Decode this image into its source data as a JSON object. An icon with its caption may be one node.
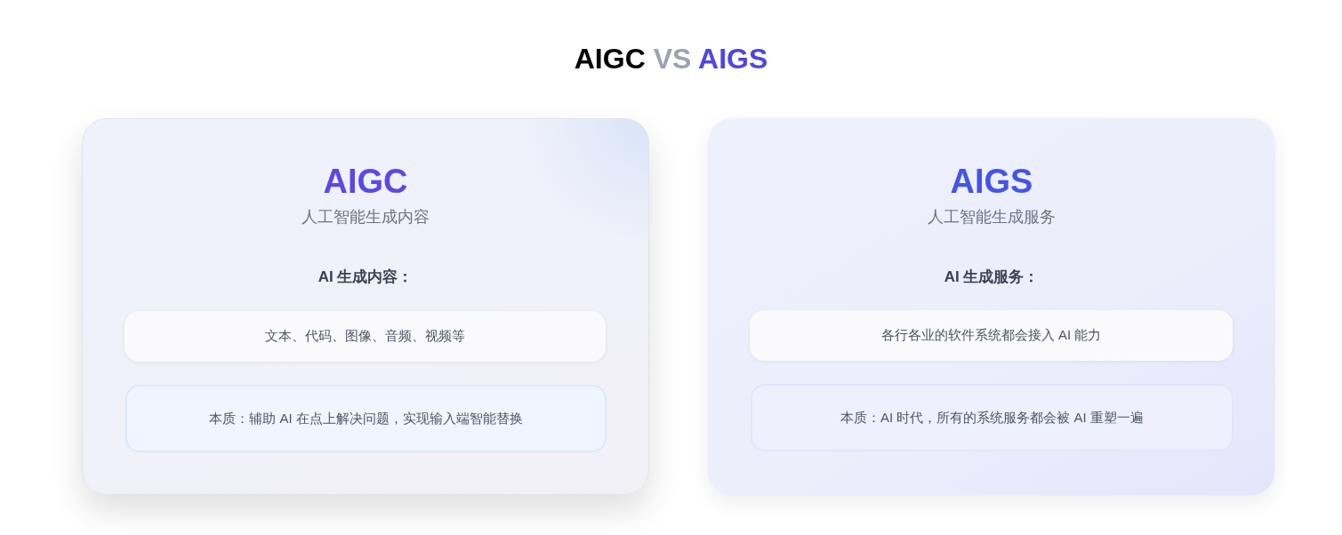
{
  "diagram": {
    "title": "AIGC VS AIGS",
    "nodes": [
      {
        "text": [
          "AIGC",
          "人工智能生成内容",
          "AI 生成内容："
        ]
      },
      {
        "text": [
          "文本、代码、图像、音频、视频等"
        ],
        "in": 0
      },
      {
        "text": [
          "本质：辅助 AI 在点上解决问题，实现输入端智能替换"
        ],
        "in": 0
      },
      {
        "text": [
          "AIGS",
          "人工智能生成服务",
          "AI 生成服务："
        ]
      },
      {
        "text": [
          "各行各业的软件系统都会接入 AI 能力"
        ],
        "in": 3
      },
      {
        "text": [
          "本质：AI 时代，所有的系统服务都会被 AI 重塑一遍"
        ],
        "in": 3
      }
    ]
  }
}
